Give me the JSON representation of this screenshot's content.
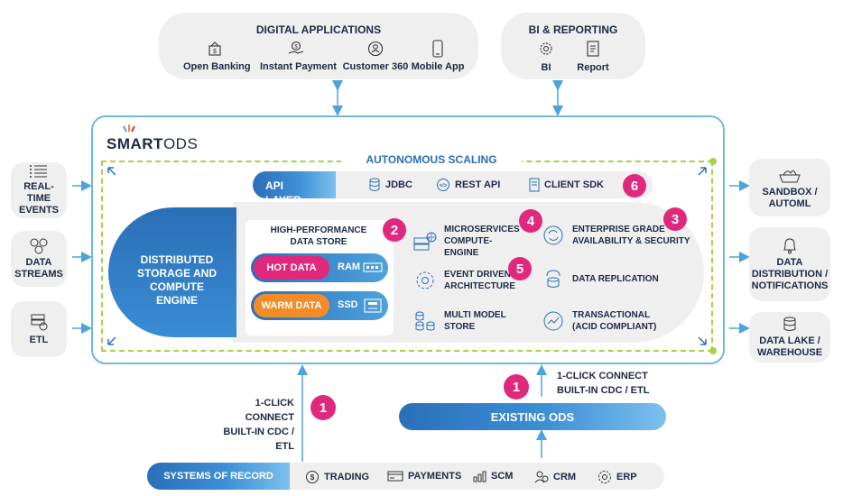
{
  "top": {
    "digital": {
      "title": "DIGITAL APPLICATIONS",
      "items": [
        {
          "label": "Open Banking",
          "icon": "bank-icon"
        },
        {
          "label": "Instant Payment",
          "icon": "payment-icon"
        },
        {
          "label": "Customer 360",
          "icon": "customer-icon"
        },
        {
          "label": "Mobile App",
          "icon": "mobile-icon"
        }
      ]
    },
    "bi": {
      "title": "BI & REPORTING",
      "items": [
        {
          "label": "BI",
          "icon": "bi-icon"
        },
        {
          "label": "Report",
          "icon": "report-icon"
        }
      ]
    }
  },
  "brand": {
    "logo_bold": "SMART",
    "logo_light": "ODS"
  },
  "scaling": "AUTONOMOUS SCALING",
  "api": {
    "title": "API LAYER",
    "items": [
      {
        "label": "JDBC",
        "icon": "database-icon"
      },
      {
        "label": "REST API",
        "icon": "rest-icon"
      },
      {
        "label": "CLIENT SDK",
        "icon": "sdk-icon"
      }
    ],
    "badge": "6"
  },
  "engine": {
    "title": "DISTRIBUTED STORAGE AND COMPUTE ENGINE"
  },
  "datastore": {
    "title": "HIGH-PERFORMANCE DATA STORE",
    "badge": "2",
    "hot": {
      "label": "HOT DATA",
      "media": "RAM"
    },
    "warm": {
      "label": "WARM DATA",
      "media": "SSD"
    }
  },
  "features": [
    {
      "text": "MICROSERVICES COMPUTE-ENGINE",
      "icon": "microservices-icon"
    },
    {
      "text": "EVENT DRIVEN ARCHITECTURE",
      "icon": "event-icon"
    },
    {
      "text": "MULTI MODEL STORE",
      "icon": "multimodel-icon"
    },
    {
      "text": "ENTERPRISE GRADE AVAILABILITY & SECURITY",
      "icon": "availability-icon"
    },
    {
      "text": "DATA REPLICATION",
      "icon": "replication-icon"
    },
    {
      "text": "TRANSACTIONAL (ACID COMPLIANT)",
      "icon": "transactional-icon"
    }
  ],
  "badges": {
    "b3": "3",
    "b4": "4",
    "b5": "5"
  },
  "left": [
    {
      "label": "REAL-TIME EVENTS",
      "icon": "events-icon"
    },
    {
      "label": "DATA STREAMS",
      "icon": "streams-icon"
    },
    {
      "label": "ETL",
      "icon": "etl-icon"
    }
  ],
  "right": [
    {
      "label": "SANDBOX / AUTOML",
      "icon": "sandbox-icon"
    },
    {
      "label": "DATA DISTRIBUTION / NOTIFICATIONS",
      "icon": "bell-icon"
    },
    {
      "label": "DATA LAKE / WAREHOUSE",
      "icon": "datalake-icon"
    }
  ],
  "connect_left": {
    "line1": "1-CLICK CONNECT",
    "line2": "BUILT-IN CDC / ETL",
    "badge": "1"
  },
  "connect_right": {
    "line1": "1-CLICK CONNECT",
    "line2": "BUILT-IN CDC / ETL",
    "badge": "1"
  },
  "existing": "EXISTING ODS",
  "sor": {
    "title": "SYSTEMS OF RECORD",
    "items": [
      {
        "label": "TRADING",
        "icon": "trading-icon"
      },
      {
        "label": "PAYMENTS",
        "icon": "payments-icon"
      },
      {
        "label": "SCM",
        "icon": "scm-icon"
      },
      {
        "label": "CRM",
        "icon": "crm-icon"
      },
      {
        "label": "ERP",
        "icon": "erp-icon"
      }
    ]
  },
  "colors": {
    "accent": "#2a6fb8",
    "magenta": "#e0287d",
    "orange": "#f28c28",
    "dashed": "#a8d145"
  }
}
